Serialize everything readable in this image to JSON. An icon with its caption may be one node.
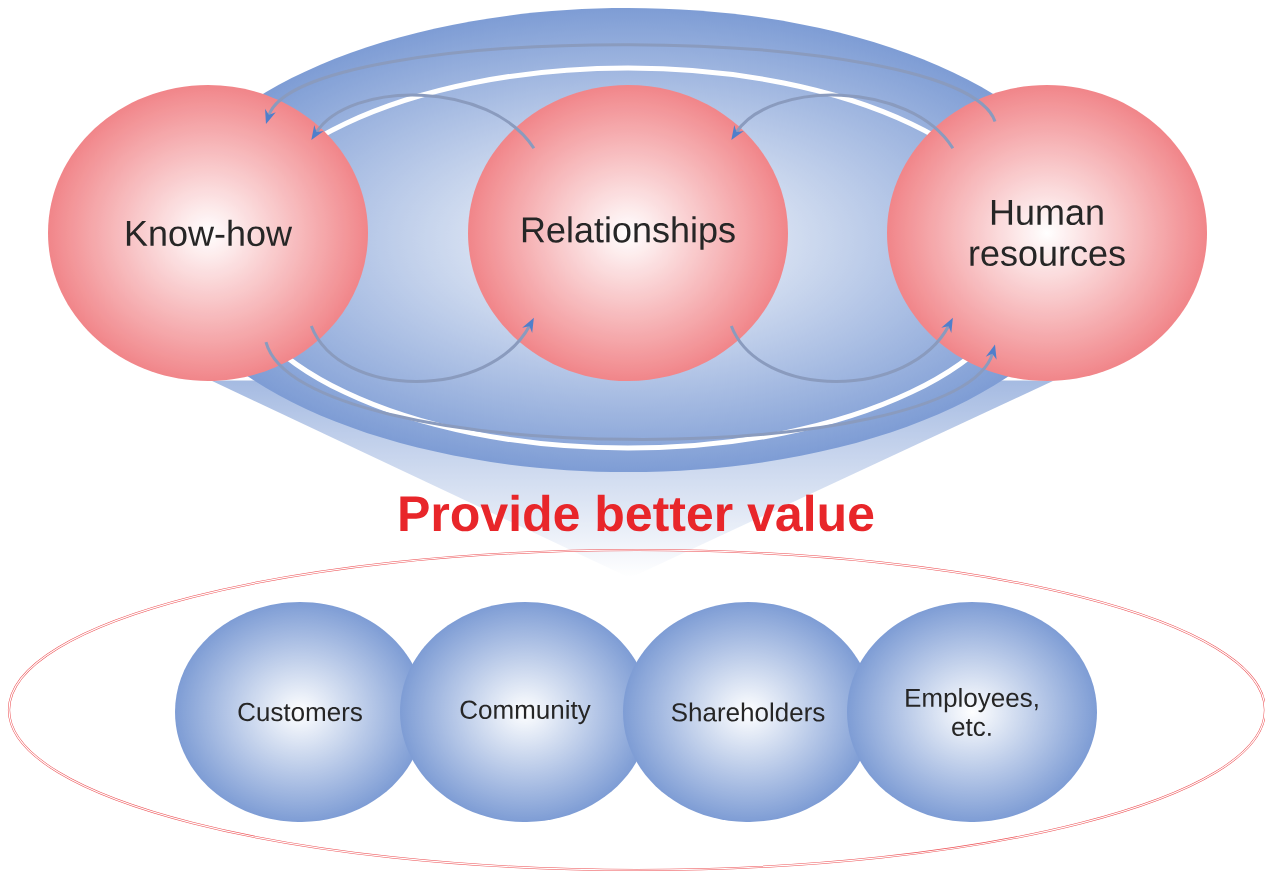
{
  "diagram": {
    "nodes": [
      {
        "text": [
          "Know-how"
        ]
      },
      {
        "text": [
          "Relationships"
        ]
      },
      {
        "text": [
          "Human resources"
        ]
      },
      {
        "text": [],
        "shape": "ellipse"
      },
      {
        "text": [
          "Customers"
        ],
        "in": 3
      },
      {
        "text": [
          "Community"
        ],
        "in": 3
      },
      {
        "text": [
          "Shareholders"
        ],
        "in": 3
      },
      {
        "text": [
          "Employees, etc."
        ],
        "in": 3
      }
    ],
    "edges": [
      {
        "from": 1,
        "to": 0,
        "arrow": "to"
      },
      {
        "from": 0,
        "to": 1,
        "arrow": "to"
      },
      {
        "from": 2,
        "to": 1,
        "arrow": "to"
      },
      {
        "from": 1,
        "to": 2,
        "arrow": "to"
      },
      {
        "from": 2,
        "to": 0,
        "arrow": "to"
      },
      {
        "from": 0,
        "to": 2,
        "arrow": "to"
      }
    ],
    "labels": [
      "Provide better value"
    ]
  }
}
